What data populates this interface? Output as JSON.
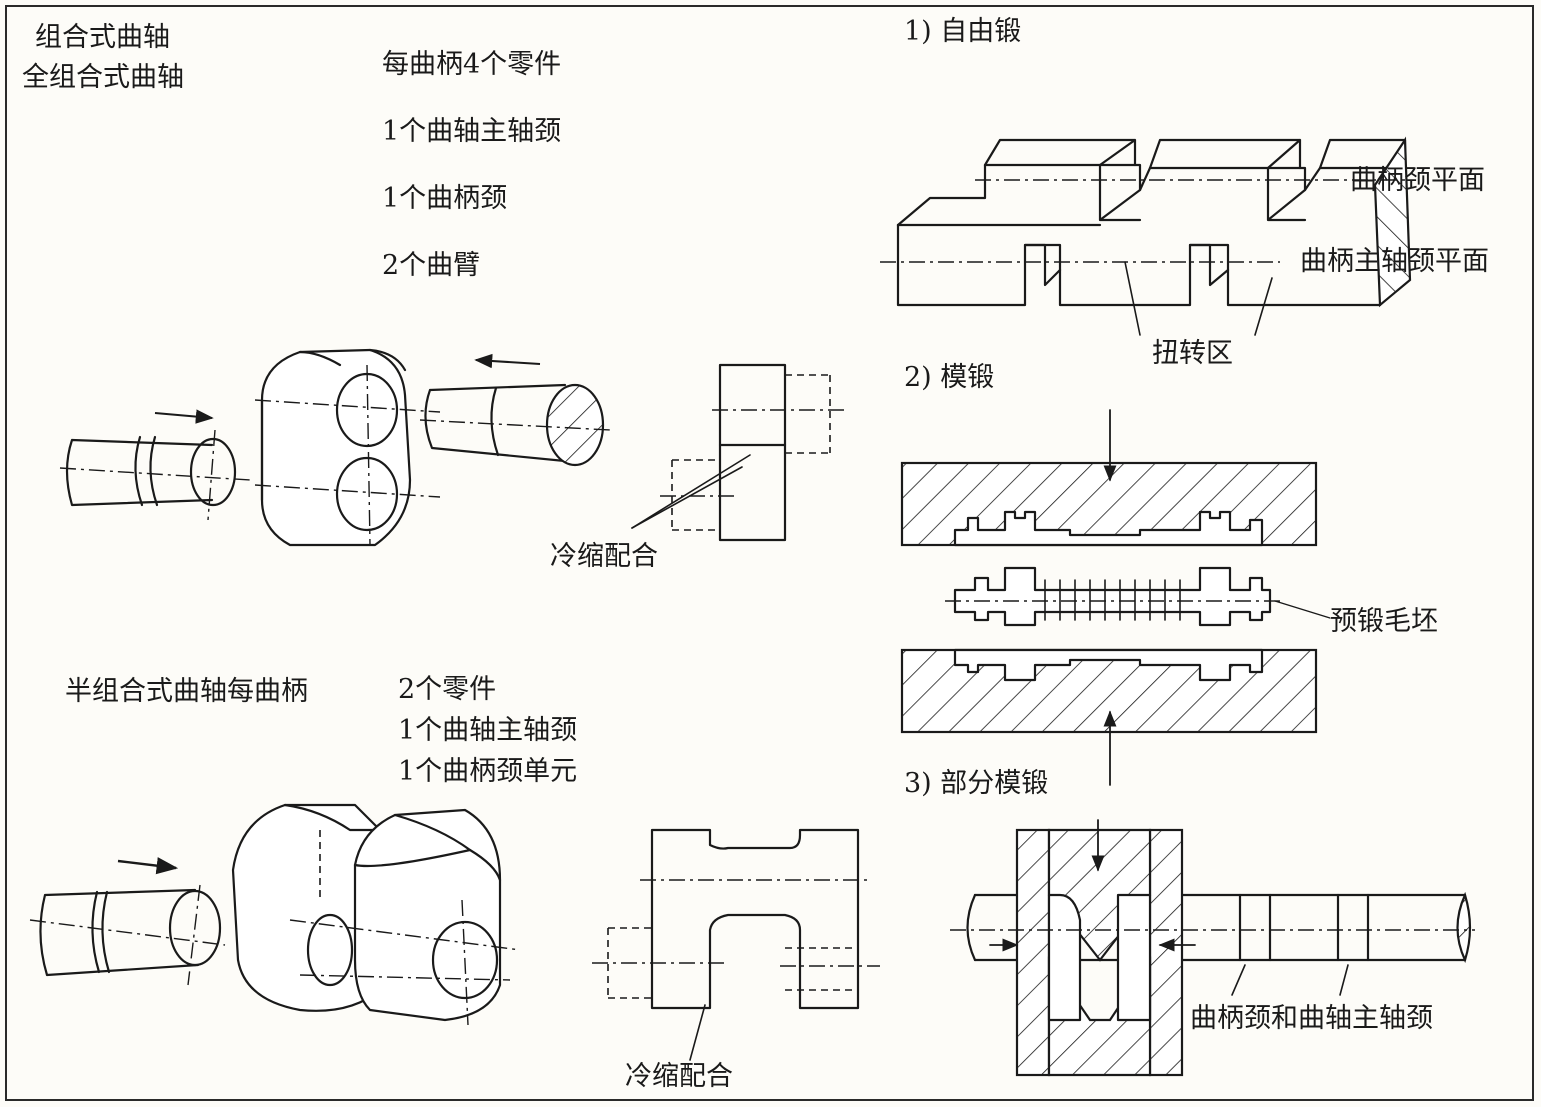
{
  "left_top": {
    "title_1": "组合式曲轴",
    "title_2": "全组合式曲轴",
    "parts_header": "每曲柄4个零件",
    "part_1": "1个曲轴主轴颈",
    "part_2": "1个曲柄颈",
    "part_3": "2个曲臂",
    "shrink_fit_label": "冷缩配合"
  },
  "left_bottom": {
    "title": "半组合式曲轴每曲柄",
    "parts_header": "2个零件",
    "part_1": "1个曲轴主轴颈",
    "part_2": "1个曲柄颈单元",
    "shrink_fit_label": "冷缩配合"
  },
  "right": {
    "free_forging_title": "1) 自由锻",
    "crankpin_plane": "曲柄颈平面",
    "main_journal_plane": "曲柄主轴颈平面",
    "torsion_zone": "扭转区",
    "die_forging_title": "2) 模锻",
    "preform_blank": "预锻毛坯",
    "partial_die_title": "3) 部分模锻",
    "pin_and_journal": "曲柄颈和曲轴主轴颈"
  }
}
